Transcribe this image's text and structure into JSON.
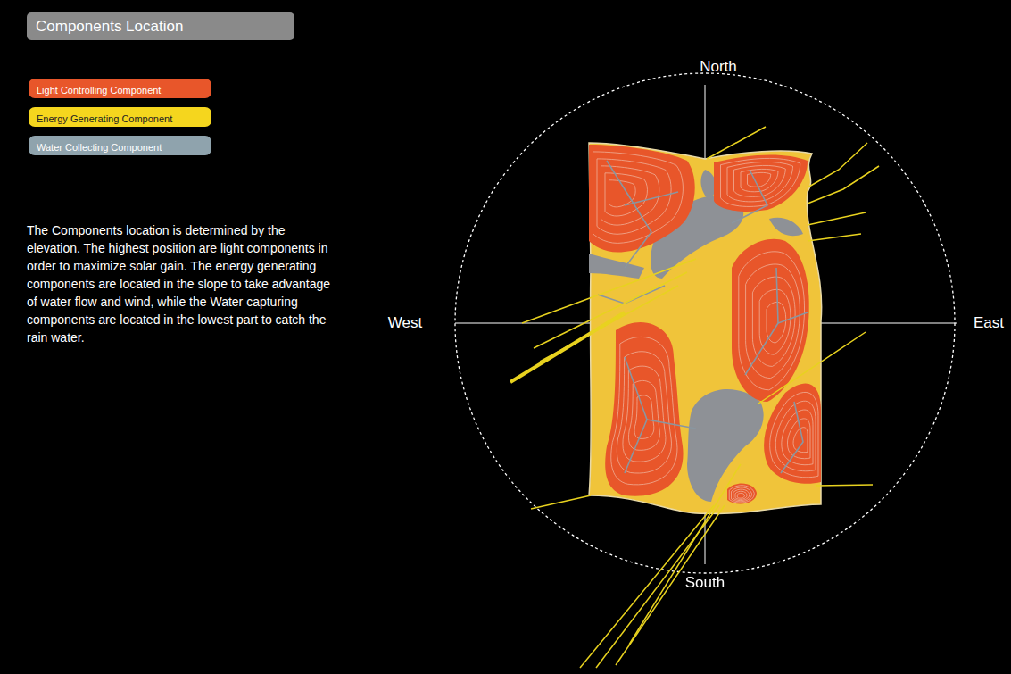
{
  "diagram": {
    "title": "Components Location",
    "labels": [
      "The Components location is determined by the elevation. The highest position are light components in order to maximize solar gain. The energy generating components are located in the slope to take advantage of water flow and wind, while the Water capturing components are located in the lowest part to catch the rain water.",
      "North",
      "West",
      "East",
      "South"
    ],
    "legend": [
      {
        "text": "Light Controlling Component",
        "color": "#e8562a"
      },
      {
        "text": "Energy Generating Component",
        "color": "#f5d61e"
      },
      {
        "text": "Water Collecting Component",
        "color": "#8fa3ad"
      }
    ]
  }
}
